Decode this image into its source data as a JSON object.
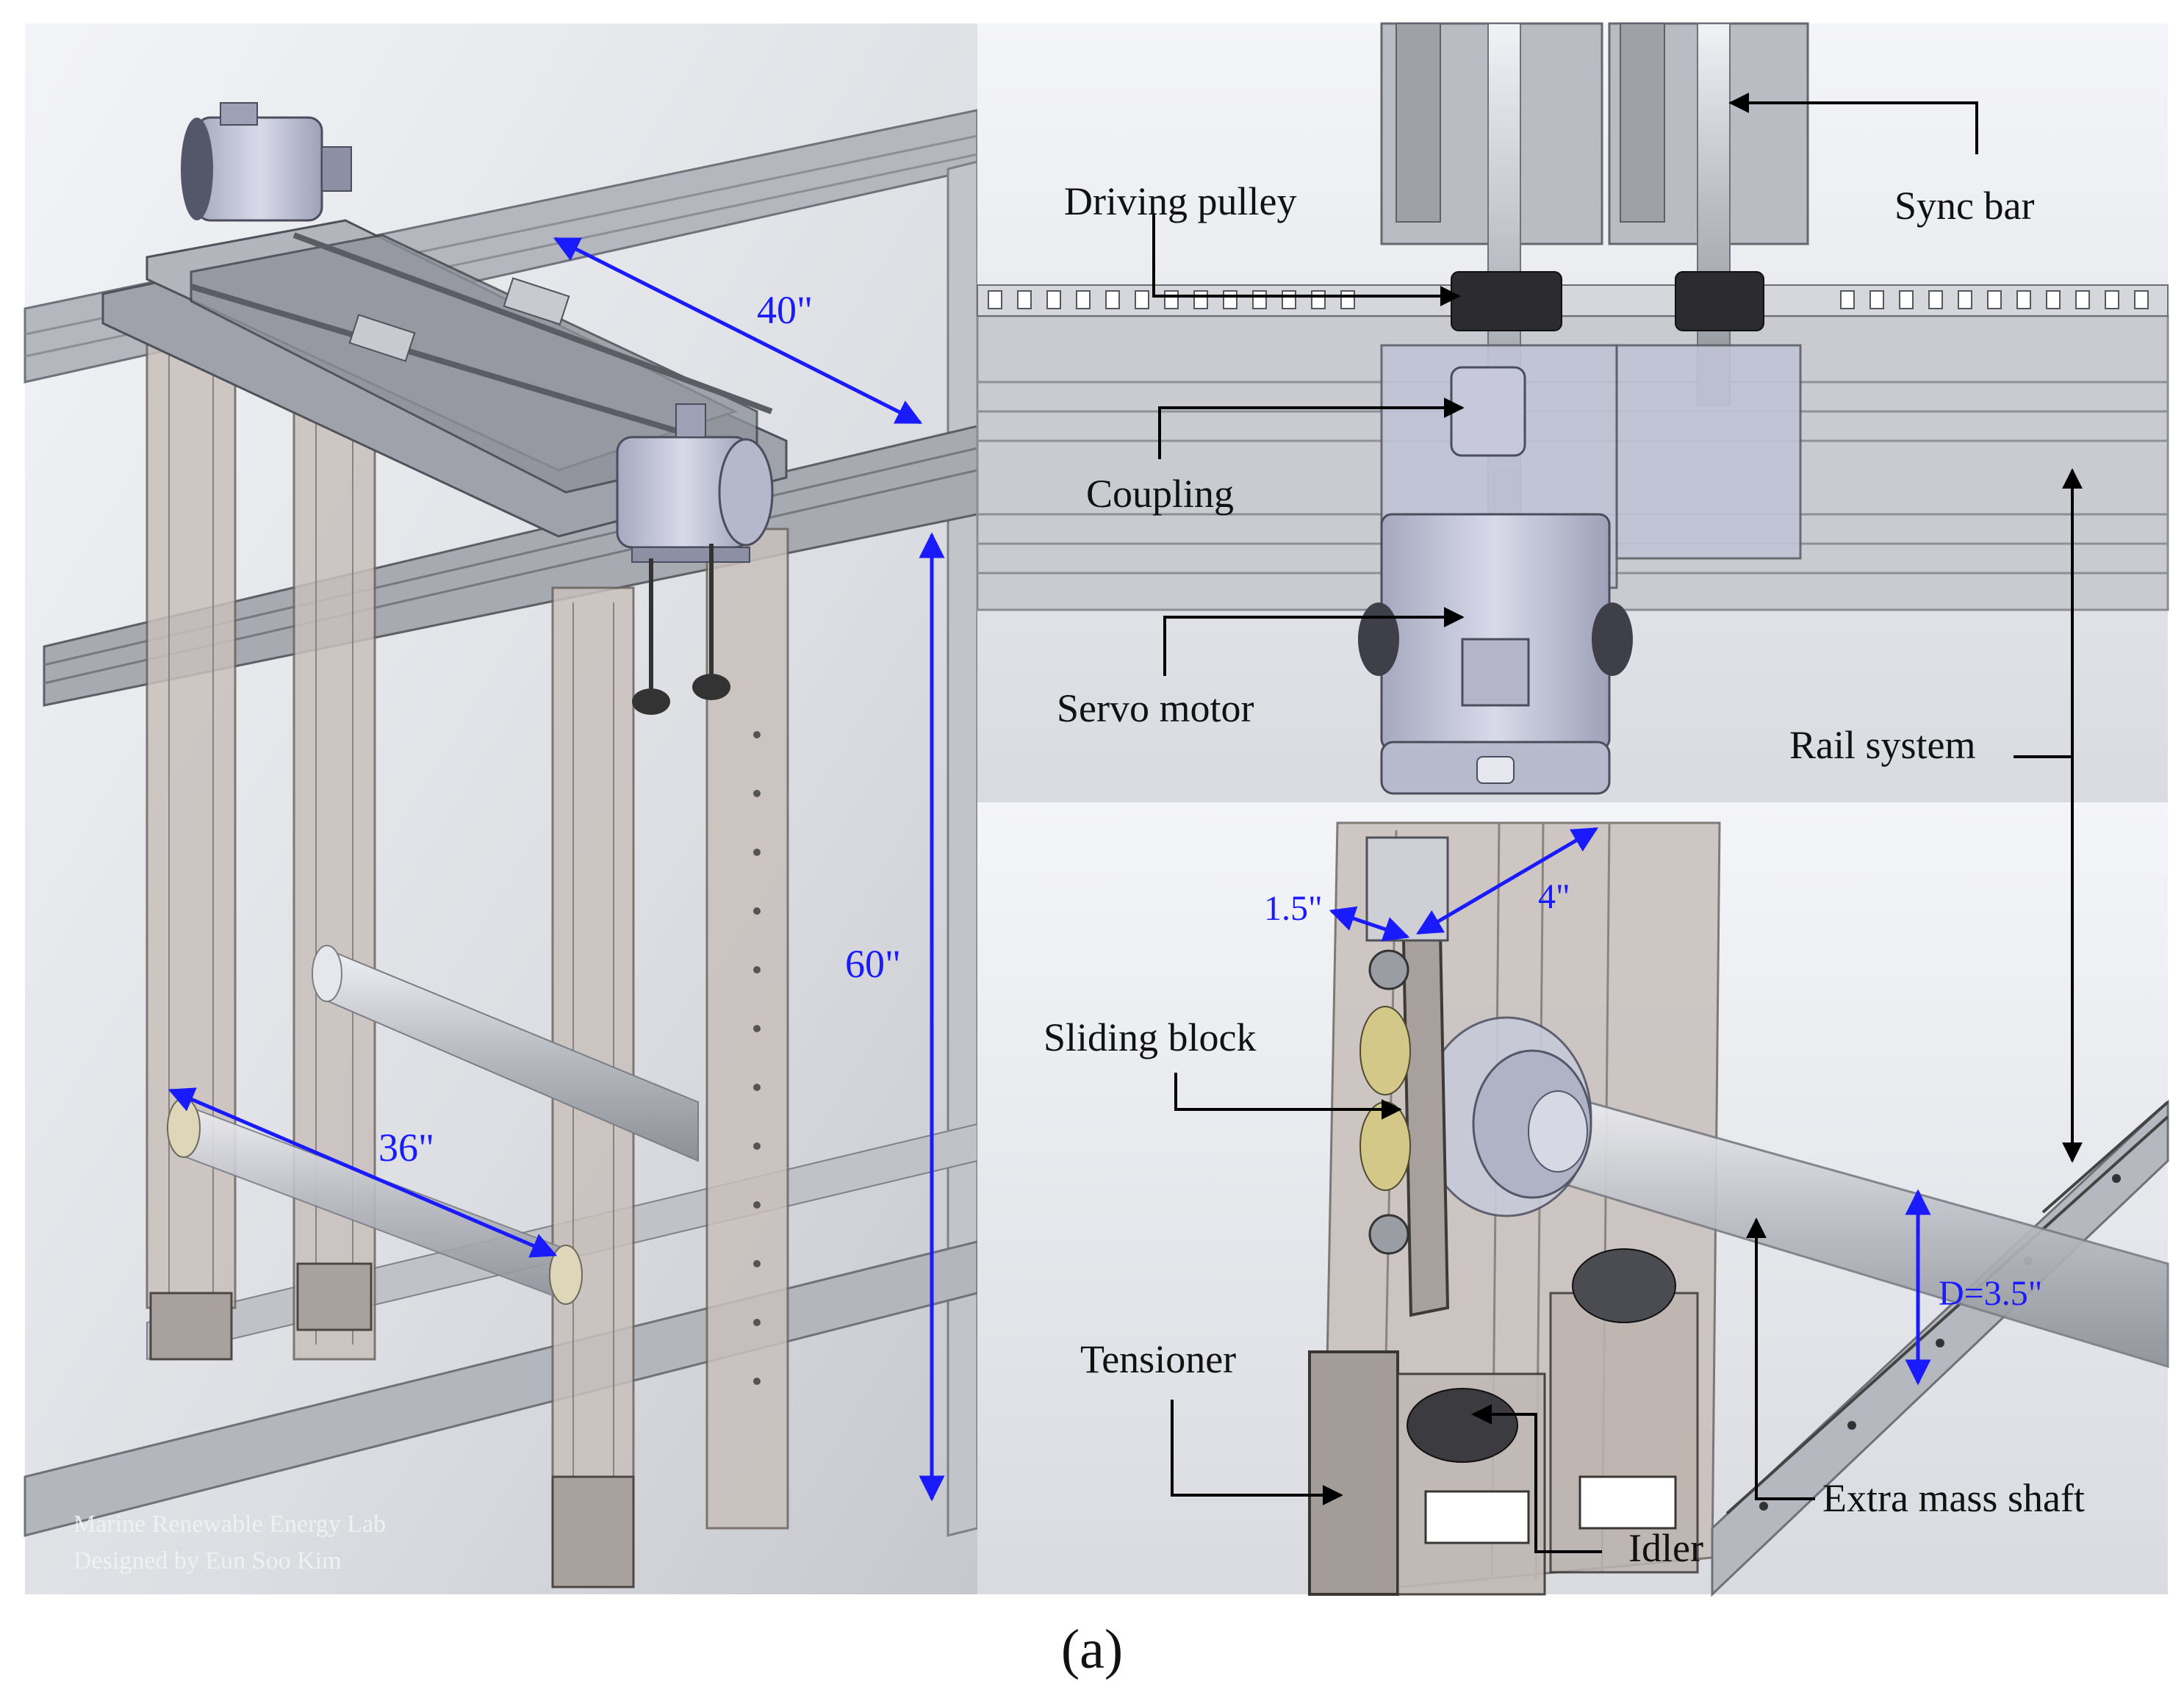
{
  "left_panel": {
    "dimensions": {
      "width": "40\"",
      "height": "60\"",
      "span": "36\""
    },
    "credit": [
      "Marine Renewable Energy Lab",
      "Designed by Eun Soo Kim"
    ]
  },
  "top_right_panel": {
    "labels": {
      "driving_pulley": "Driving pulley",
      "sync_bar": "Sync bar",
      "coupling": "Coupling",
      "servo_motor": "Servo motor",
      "rail_system": "Rail system"
    }
  },
  "bottom_right_panel": {
    "dimensions": {
      "block_width": "1.5\"",
      "block_length": "4\"",
      "diameter": "D=3.5\""
    },
    "labels": {
      "sliding_block": "Sliding block",
      "tensioner": "Tensioner",
      "idler": "Idler",
      "extra_mass_shaft": "Extra mass shaft"
    }
  },
  "caption": "(a)",
  "colors": {
    "dimension": "#1a1aff",
    "leader": "#000000",
    "steel": "#9a9da4",
    "plate": "#b9aeaa"
  }
}
